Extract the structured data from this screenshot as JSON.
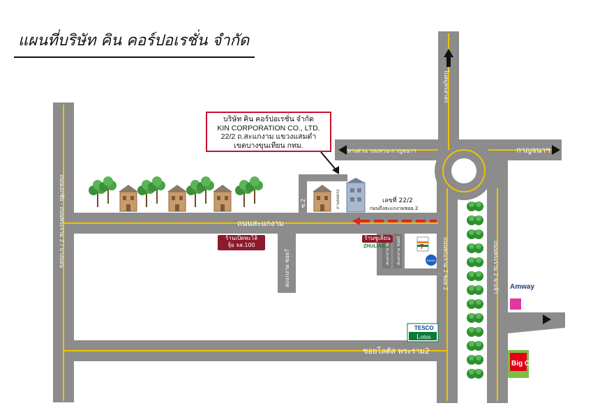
{
  "title": "แผนที่บริษัท คิน คอร์ปอเรชั่น จำกัด",
  "callout": {
    "line1": "บริษัท คิน คอร์ปอเรชั่น จำกัด",
    "line2": "KIN CORPORATION CO., LTD.",
    "line3": "22/2 ถ.สะแกงาม แขวงแสมดำ",
    "line4": "เขตบางขุนเทียน กทม."
  },
  "roads": {
    "sakaengam": "ถนนสะแกงาม",
    "left_vertical": "ถนนเอกชัย - ถนนพระราม 2 / บางบอน",
    "rama2_soi2": "ถนนพระราม 2 ซอย 2",
    "rama2_right": "ถนนพระราม 2 ขาเข้า",
    "lotus_soi": "ซอยโลตัส พระราม2",
    "expressway": "ทางด่วน วงแหวน-กาญจนาฯ",
    "kanchana": "กาญจนาฯ",
    "top_vertical": "ไปสมุทรสาคร",
    "soi7": "สะแกงาม ซอย7",
    "soi2": "ซ.2",
    "soi3": "สะแกงาม ซอย3",
    "soi5": "สะแกงาม ซอย5"
  },
  "labels": {
    "address_no": "เลขที่ 22/2",
    "before_soi": "ก่อนถึงสะแกงามซอย 2",
    "building_tag": "ลานจอดรถ",
    "shop_name_1": "ร้านเป็ดพะโล้",
    "shop_name_2": "จุ้ย จส.100",
    "zhulian_shop": "ร้านซูเลียน",
    "zhulian_brand": "ZHULIAN",
    "tesco": "TESCO",
    "lotus": "Lotus",
    "amway": "Amway",
    "bigc": "Big C",
    "seven": "7",
    "bank": "ธนาคาร"
  },
  "colors": {
    "road": "#8c8c8c",
    "road_edge": "#6e6e6e",
    "center_line": "#f2c200",
    "route_arrow": "#d7262e",
    "callout_border": "#c8102e",
    "shop_bg": "#8b1a2b",
    "tree": "#2f8f2f"
  },
  "icons": [
    "house-icon",
    "tree-icon",
    "seven-eleven-icon",
    "bank-icon",
    "big-c-icon",
    "tesco-lotus-icon",
    "amway-icon",
    "arrow-up-icon",
    "arrow-left-icon",
    "arrow-right-icon",
    "route-arrow-icon"
  ]
}
